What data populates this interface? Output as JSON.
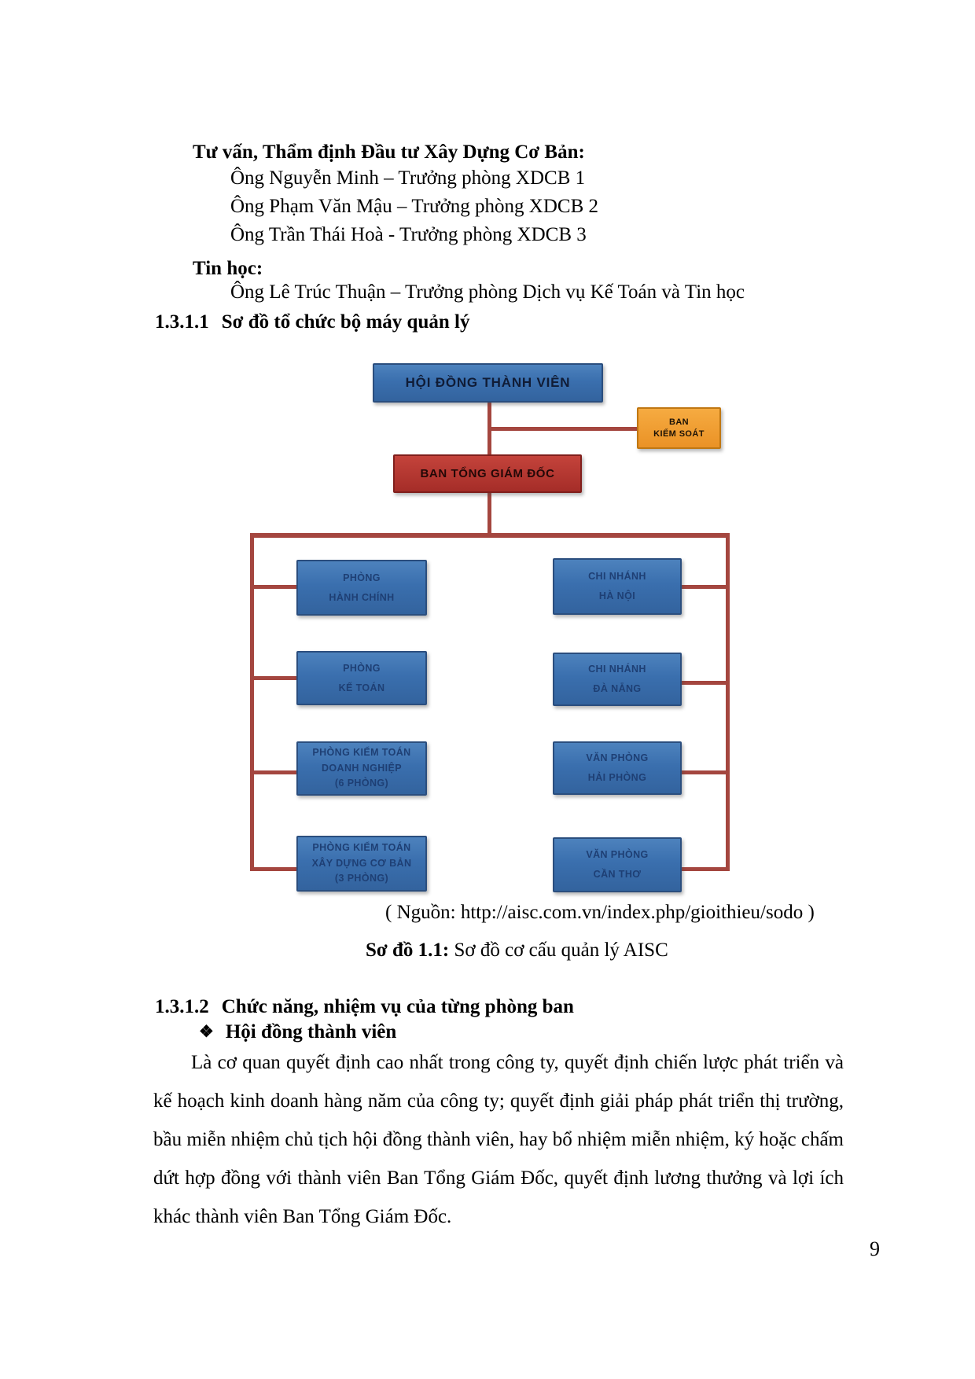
{
  "page_number": "9",
  "intro": {
    "group1_heading": "Tư vấn, Thẩm định Đầu tư Xây Dựng Cơ Bản:",
    "group1_members": [
      "Ông Nguyễn Minh – Trưởng phòng XDCB 1",
      "Ông Phạm Văn Mậu – Trưởng phòng XDCB 2",
      "Ông Trần Thái Hoà - Trưởng phòng XDCB 3"
    ],
    "group2_heading": "Tin học:",
    "group2_member": "Ông Lê Trúc Thuận – Trưởng phòng Dịch vụ Kế Toán và Tin học"
  },
  "sections": {
    "s1": {
      "number": "1.3.1.1",
      "title": "Sơ đồ tổ chức bộ máy quản lý"
    },
    "s2": {
      "number": "1.3.1.2",
      "title": "Chức năng, nhiệm vụ của từng phòng ban"
    }
  },
  "org_chart": {
    "top_box": {
      "label": "HỘI ĐỒNG THÀNH VIÊN"
    },
    "control_box": {
      "lines": [
        "BAN",
        "KIỂM SOÁT"
      ]
    },
    "director_box": {
      "label": "BAN TỔNG GIÁM ĐỐC"
    },
    "left_column": [
      {
        "lines": [
          "PHÒNG",
          "HÀNH CHÍNH"
        ]
      },
      {
        "lines": [
          "PHÒNG",
          "KẾ TOÁN"
        ]
      },
      {
        "lines": [
          "PHÒNG KIỂM TOÁN",
          "DOANH NGHIỆP",
          "(6 PHÒNG)"
        ]
      },
      {
        "lines": [
          "PHÒNG KIỂM TOÁN",
          "XÂY DỰNG CƠ BẢN",
          "(3 PHÒNG)"
        ]
      }
    ],
    "right_column": [
      {
        "lines": [
          "CHI NHÁNH",
          "HÀ NỘI"
        ]
      },
      {
        "lines": [
          "CHI NHÁNH",
          "ĐÀ NẴNG"
        ]
      },
      {
        "lines": [
          "VĂN PHÒNG",
          "HẢI PHÒNG"
        ]
      },
      {
        "lines": [
          "VĂN PHÒNG",
          "CẦN THƠ"
        ]
      }
    ],
    "colors": {
      "blue_box": "#3a6fae",
      "red_box": "#ab2f29",
      "orange_box": "#f09e35",
      "connector": "#a4463f",
      "box_text_navy": "#1e3f74"
    }
  },
  "figure": {
    "source_line": "( Nguồn: http://aisc.com.vn/index.php/gioithieu/sodo )",
    "caption_label": "Sơ đồ 1.1:",
    "caption_text": "Sơ đồ cơ cấu quản lý AISC"
  },
  "content": {
    "bullet_marker": "❖",
    "bullet_heading": "Hội đồng thành viên",
    "paragraph": "Là cơ quan quyết định cao nhất trong công ty, quyết định chiến lược phát triển và kế hoạch kinh doanh hàng năm của công ty; quyết định giải pháp phát triển thị trường, bầu miễn nhiệm chủ tịch hội đồng thành viên, hay bổ nhiệm miễn nhiệm, ký hoặc chấm dứt hợp đồng với thành viên Ban Tổng Giám Đốc, quyết định lương thưởng và lợi ích khác thành viên Ban Tổng Giám Đốc."
  }
}
